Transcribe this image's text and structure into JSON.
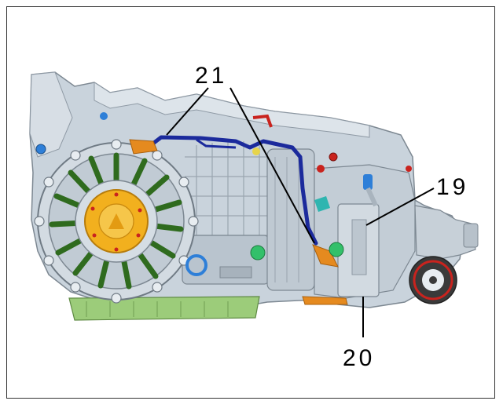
{
  "diagram": {
    "callouts": [
      {
        "id": "label-21",
        "text": "21"
      },
      {
        "id": "label-19",
        "text": "19"
      },
      {
        "id": "label-20",
        "text": "20"
      }
    ],
    "colors": {
      "housing": "#c9d3dc",
      "housing_dark": "#8f9aa5",
      "rib_green": "#2f6b1e",
      "hub_orange": "#f2b01e",
      "pipe_blue": "#1b2a9c",
      "bracket_orange": "#e58a1f",
      "green_cap": "#33c06a",
      "red_plug": "#c9231e",
      "blue_ring": "#2e7fd8",
      "pan_green": "#9ccc7a"
    }
  }
}
